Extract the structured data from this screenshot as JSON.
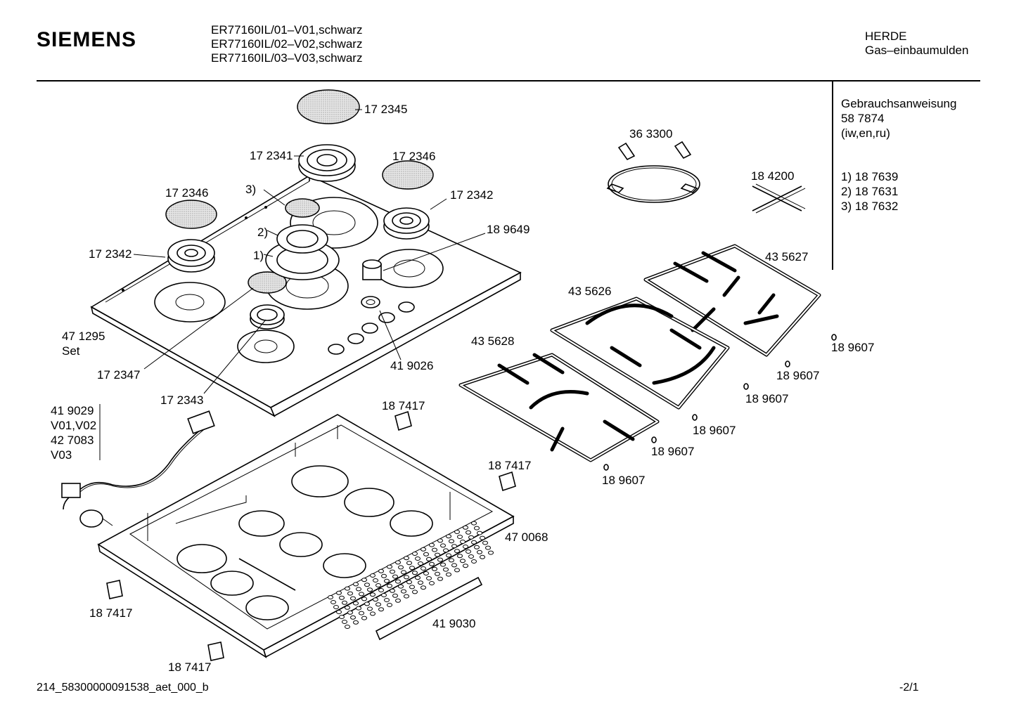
{
  "header": {
    "brand": "SIEMENS",
    "models": [
      "ER77160IL/01–V01,schwarz",
      "ER77160IL/02–V02,schwarz",
      "ER77160IL/03–V03,schwarz"
    ],
    "category": "HERDE",
    "subcategory": "Gas–einbaumulden"
  },
  "side_panel": {
    "manual_label": "Gebrauchsanweisung",
    "manual_number": "58 7874",
    "manual_languages": "(iw,en,ru)",
    "notes": [
      "1)  18 7639",
      "2)  18 7631",
      "3)  18 7632"
    ]
  },
  "parts": {
    "p172345": "17 2345",
    "p172341": "17 2341",
    "p172346a": "17 2346",
    "p172346b": "17 2346",
    "p172342a": "17 2342",
    "p172342b": "17 2342",
    "ref3": "3)",
    "ref2": "2)",
    "ref1": "1)",
    "p189649": "18 9649",
    "p363300": "36 3300",
    "p184200": "18 4200",
    "p435627": "43 5627",
    "p435626": "43 5626",
    "p435628": "43 5628",
    "p471295": "47 1295",
    "p471295set": "Set",
    "p172347": "17 2347",
    "p172343": "17 2343",
    "p419026": "41 9026",
    "p189607a": "18 9607",
    "p189607b": "18 9607",
    "p189607c": "18 9607",
    "p189607d": "18 9607",
    "p189607e": "18 9607",
    "p189607f": "18 9607",
    "p419029": "41 9029",
    "v01v02": "V01,V02",
    "p427083": "42 7083",
    "v03": "V03",
    "p187417a": "18 7417",
    "p187417b": "18 7417",
    "p187417c": "18 7417",
    "p187417d": "18 7417",
    "p470068": "47 0068",
    "p419030": "41 9030"
  },
  "footer": {
    "document_id": "214_58300000091538_aet_000_b",
    "page": "-2/1"
  }
}
